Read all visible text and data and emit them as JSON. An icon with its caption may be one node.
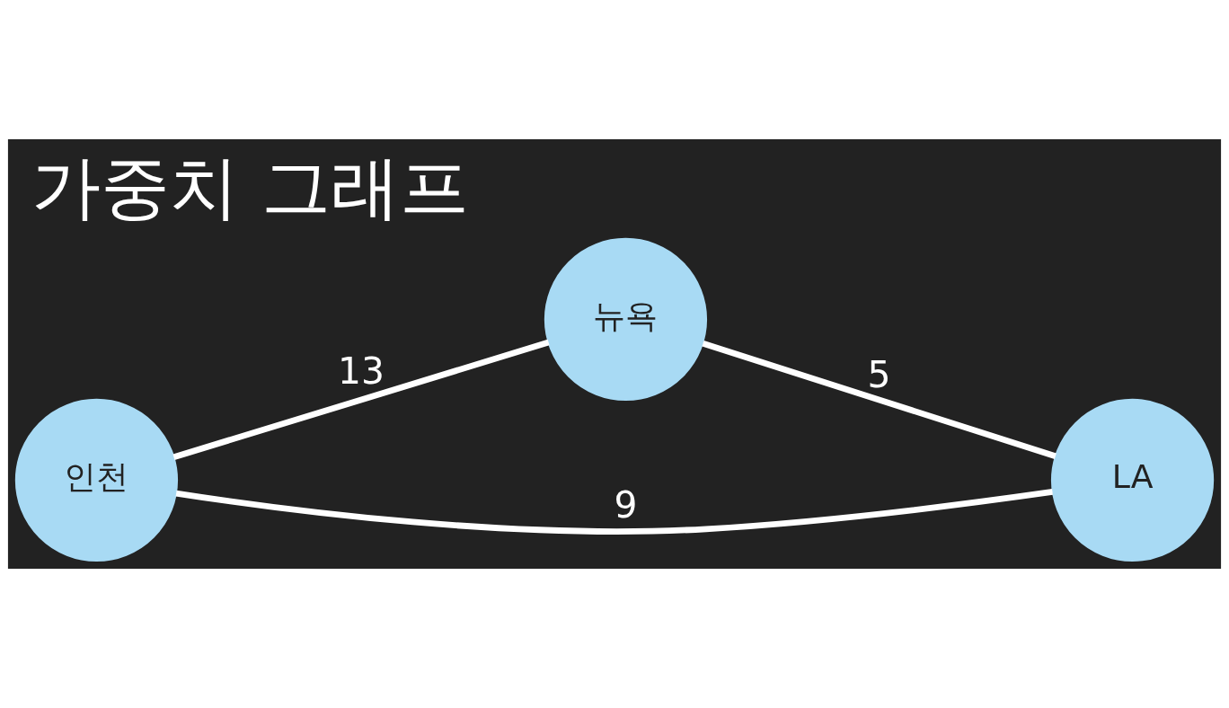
{
  "diagram": {
    "title": "가중치 그래프",
    "nodes": [
      {
        "text": [
          "인천"
        ]
      },
      {
        "text": [
          "뉴욕"
        ]
      },
      {
        "text": [
          "LA"
        ]
      }
    ],
    "edges": [
      {
        "from": 0,
        "to": 1,
        "arrow": "none",
        "label": "13"
      },
      {
        "from": 0,
        "to": 2,
        "arrow": "none",
        "label": "9"
      },
      {
        "from": 1,
        "to": 2,
        "arrow": "none",
        "label": "5"
      }
    ]
  }
}
